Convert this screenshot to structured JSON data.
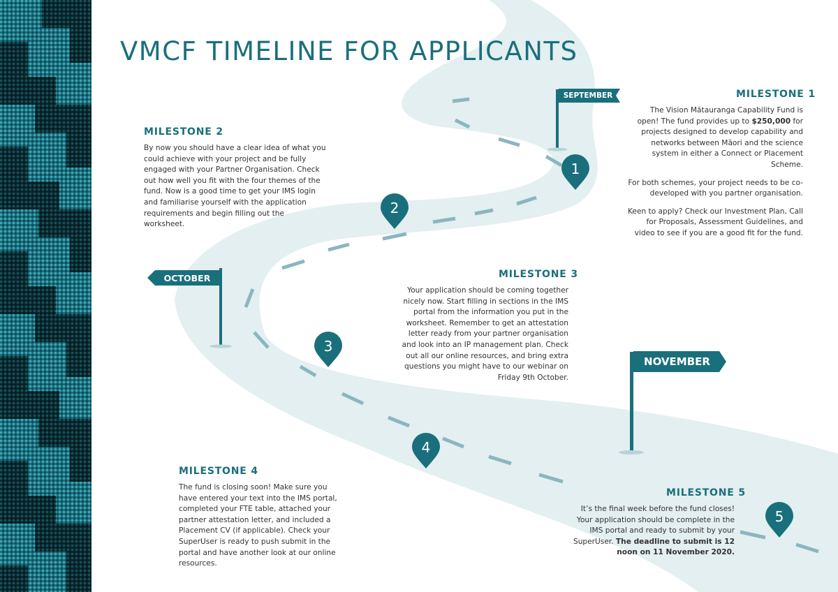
{
  "title": "VMCF TIMELINE FOR APPLICANTS",
  "colors": {
    "teal": "#1a6f7c",
    "road": "#e3eff0",
    "dash": "#8bb6bf",
    "panel_dark": "#0c2a30"
  },
  "flags": {
    "september": "SEPTEMBER",
    "october": "OCTOBER",
    "november": "NOVEMBER"
  },
  "pins": [
    "1",
    "2",
    "3",
    "4",
    "5"
  ],
  "milestone1": {
    "title": "MILESTONE 1",
    "p1_a": "The Vision Mātauranga Capability Fund is open! The fund provides up to ",
    "p1_bold": "$250,000",
    "p1_b": " for projects designed to develop capability and networks between Māori and the science system in either a Connect or Placement Scheme.",
    "p2": "For both schemes, your project needs to be co-developed with you partner organisation.",
    "p3": "Keen to apply? Check our Investment Plan, Call for Proposals, Assessment Guidelines, and video to see if you are a good fit for the fund."
  },
  "milestone2": {
    "title": "MILESTONE 2",
    "body": "By now you should have a clear idea of what you could achieve with your project and be fully engaged with your Partner Organisation. Check out how well you fit with the four themes of the fund. Now is a good time to get your IMS login and familiarise yourself with the application requirements and begin filling out the worksheet."
  },
  "milestone3": {
    "title": "MILESTONE 3",
    "body": "Your application should be coming together nicely now. Start filling in sections in the IMS portal from the information you put in the worksheet. Remember to get an attestation letter ready from your partner organisation and look into an IP management plan. Check out all our online resources, and bring extra questions you might have to our webinar on Friday 9th October."
  },
  "milestone4": {
    "title": "MILESTONE 4",
    "body": "The fund is closing soon! Make sure you have entered your text into the IMS portal, completed your FTE table, attached your partner attestation letter, and included a Placement CV (if applicable). Check your SuperUser is ready to push submit in the portal and have another look at our online resources."
  },
  "milestone5": {
    "title": "MILESTONE 5",
    "body": "It’s the final week before the fund closes! Your application should be complete in the IMS portal and ready to submit by your SuperUser. ",
    "bold": "The deadline to submit is 12 noon on 11 November 2020."
  }
}
